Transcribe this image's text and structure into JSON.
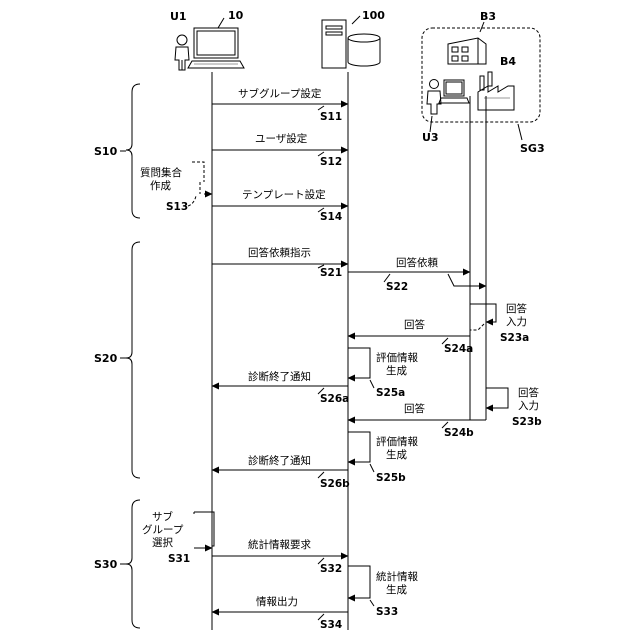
{
  "actors": {
    "u1": "U1",
    "terminal": "10",
    "server": "100",
    "b3": "B3",
    "b4": "B4",
    "u3": "U3",
    "sg3": "SG3"
  },
  "phases": {
    "s10": "S10",
    "s20": "S20",
    "s30": "S30"
  },
  "messages": {
    "m_s11": {
      "label": "サブグループ設定",
      "step": "S11"
    },
    "m_s12": {
      "label": "ユーザ設定",
      "step": "S12"
    },
    "m_s14": {
      "label": "テンプレート設定",
      "step": "S14"
    },
    "m_s21": {
      "label": "回答依頼指示",
      "step": "S21"
    },
    "m_s22": {
      "label": "回答依頼",
      "step": "S22"
    },
    "m_s24a": {
      "label": "回答",
      "step": "S24a"
    },
    "m_s26a": {
      "label": "診断終了通知",
      "step": "S26a"
    },
    "m_s24b": {
      "label": "回答",
      "step": "S24b"
    },
    "m_s26b": {
      "label": "診断終了通知",
      "step": "S26b"
    },
    "m_s32": {
      "label": "統計情報要求",
      "step": "S32"
    },
    "m_s34": {
      "label": "情報出力",
      "step": "S34"
    }
  },
  "selfs": {
    "s13": {
      "line1": "質問集合",
      "line2": "作成",
      "step": "S13"
    },
    "s23a": {
      "line1": "回答",
      "line2": "入力",
      "step": "S23a"
    },
    "s25a": {
      "line1": "評価情報",
      "line2": "生成",
      "step": "S25a"
    },
    "s23b": {
      "line1": "回答",
      "line2": "入力",
      "step": "S23b"
    },
    "s25b": {
      "line1": "評価情報",
      "line2": "生成",
      "step": "S25b"
    },
    "s31": {
      "line1": "サブ",
      "line2": "グループ",
      "line3": "選択",
      "step": "S31"
    },
    "s33": {
      "line1": "統計情報",
      "line2": "生成",
      "step": "S33"
    }
  }
}
